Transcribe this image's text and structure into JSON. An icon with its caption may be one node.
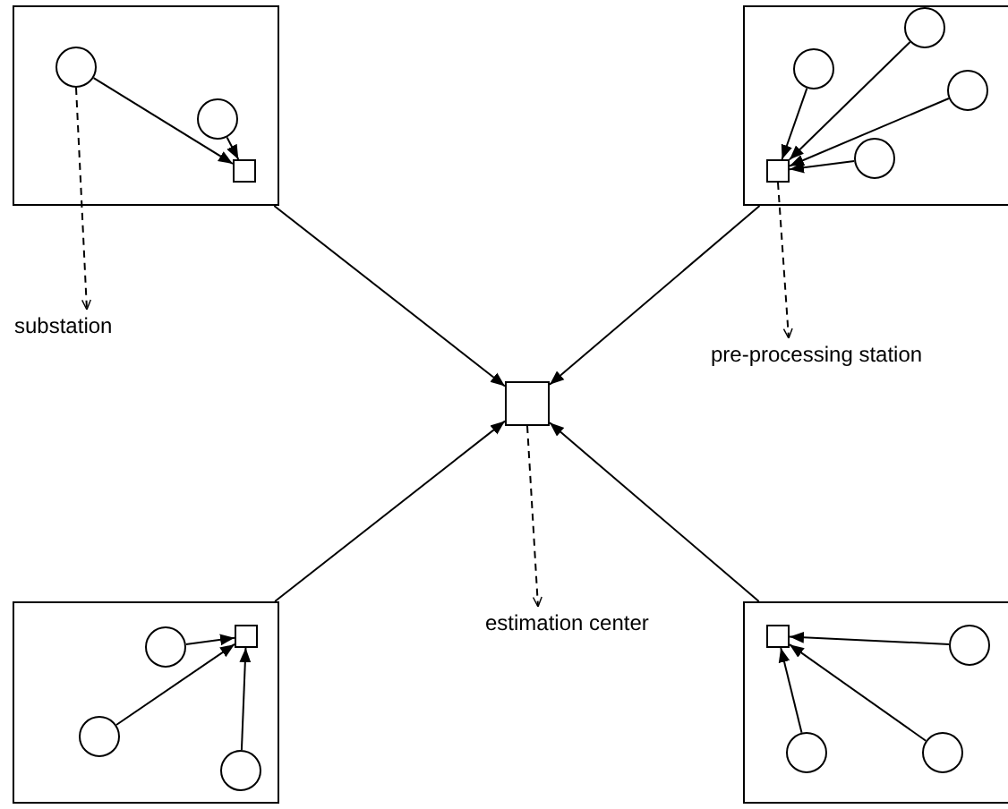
{
  "diagram": {
    "nodes": [
      {
        "text": [],
        "shape": "box"
      },
      {
        "text": [],
        "shape": "circle",
        "in": 0
      },
      {
        "text": [],
        "shape": "circle",
        "in": 0
      },
      {
        "text": [],
        "shape": "box",
        "in": 0
      },
      {
        "text": [],
        "shape": "box"
      },
      {
        "text": [],
        "shape": "circle",
        "in": 4
      },
      {
        "text": [],
        "shape": "circle",
        "in": 4
      },
      {
        "text": [],
        "shape": "circle",
        "in": 4
      },
      {
        "text": [],
        "shape": "circle",
        "in": 4
      },
      {
        "text": [],
        "shape": "box",
        "in": 4
      },
      {
        "text": [
          "substation"
        ]
      },
      {
        "text": [],
        "shape": "box"
      },
      {
        "text": [
          "pre-processing station"
        ]
      },
      {
        "text": [
          "estimation center"
        ]
      },
      {
        "text": [],
        "shape": "box"
      },
      {
        "text": [],
        "shape": "circle",
        "in": 14
      },
      {
        "text": [],
        "shape": "box",
        "in": 14
      },
      {
        "text": [],
        "shape": "circle",
        "in": 14
      },
      {
        "text": [],
        "shape": "circle",
        "in": 14
      },
      {
        "text": [],
        "shape": "box"
      },
      {
        "text": [],
        "shape": "box",
        "in": 19
      },
      {
        "text": [],
        "shape": "circle",
        "in": 19
      },
      {
        "text": [],
        "shape": "circle",
        "in": 19
      },
      {
        "text": [],
        "shape": "circle",
        "in": 19
      }
    ],
    "edges": [
      {
        "from": 1,
        "to": 3,
        "arrow": "to"
      },
      {
        "from": 2,
        "to": 3,
        "arrow": "to"
      },
      {
        "from": 5,
        "to": 9,
        "arrow": "to"
      },
      {
        "from": 6,
        "to": 9,
        "arrow": "to"
      },
      {
        "from": 7,
        "to": 9,
        "arrow": "to"
      },
      {
        "from": 8,
        "to": 9,
        "arrow": "to"
      },
      {
        "from": 1,
        "to": 10,
        "arrow": "to",
        "style": "dashed"
      },
      {
        "from": 9,
        "to": 12,
        "arrow": "to",
        "style": "dashed"
      },
      {
        "from": 11,
        "to": 13,
        "arrow": "to",
        "style": "dashed"
      },
      {
        "from": 0,
        "to": 11,
        "arrow": "to"
      },
      {
        "from": 4,
        "to": 11,
        "arrow": "to"
      },
      {
        "from": 14,
        "to": 11,
        "arrow": "to"
      },
      {
        "from": 19,
        "to": 11,
        "arrow": "to"
      },
      {
        "from": 15,
        "to": 16,
        "arrow": "to"
      },
      {
        "from": 17,
        "to": 16,
        "arrow": "to"
      },
      {
        "from": 18,
        "to": 16,
        "arrow": "to"
      },
      {
        "from": 21,
        "to": 20,
        "arrow": "to"
      },
      {
        "from": 22,
        "to": 20,
        "arrow": "to"
      },
      {
        "from": 23,
        "to": 20,
        "arrow": "to"
      }
    ]
  }
}
